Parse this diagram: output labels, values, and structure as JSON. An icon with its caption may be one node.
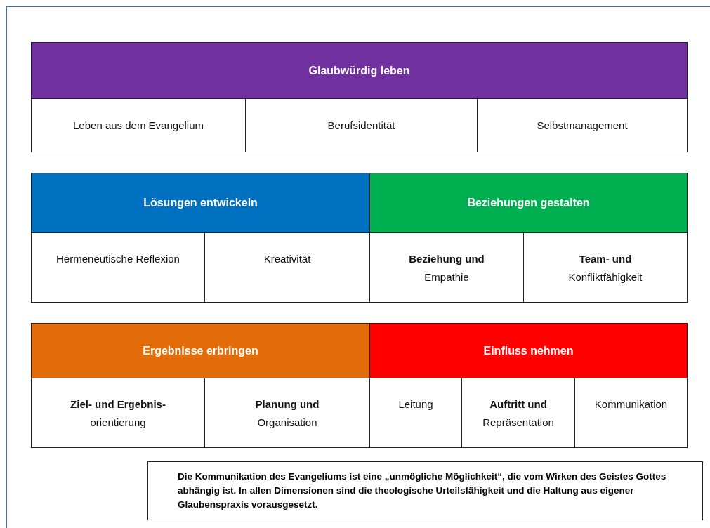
{
  "diagram": {
    "nodes": [
      {
        "text": [
          "Glaubwürdig leben"
        ]
      },
      {
        "text": [
          "Leben aus dem Evangelium"
        ]
      },
      {
        "text": [
          "Berufsidentität"
        ]
      },
      {
        "text": [
          "Selbstmanagement"
        ]
      },
      {
        "text": [
          "Lösungen entwickeln"
        ]
      },
      {
        "text": [
          "Beziehungen gestalten"
        ]
      },
      {
        "text": [
          "Hermeneutische Reflexion"
        ]
      },
      {
        "text": [
          "Kreativität"
        ]
      },
      {
        "text": [
          "**Beziehung und** Empathie"
        ]
      },
      {
        "text": [
          "**Team- und** Konfliktfähigkeit"
        ]
      },
      {
        "text": [
          "Ergebnisse erbringen"
        ]
      },
      {
        "text": [
          "Einfluss nehmen"
        ]
      },
      {
        "text": [
          "**Ziel- und Ergebnis-** orientierung"
        ]
      },
      {
        "text": [
          "**Planung und** Organisation"
        ]
      },
      {
        "text": [
          "Leitung"
        ]
      },
      {
        "text": [
          "**Auftritt und** Repräsentation"
        ]
      },
      {
        "text": [
          "Kommunikation"
        ]
      },
      {
        "text": [
          "Die Kommunikation des Evangeliums ist eine „unmögliche Möglichkeit“, die vom Wirken des Geistes Gottes abhängig ist. In allen Dimensionen sind die theologische Urteilsfähigkeit und die Haltung aus eigener Glaubenspraxis vorausgesetzt."
        ]
      }
    ]
  }
}
